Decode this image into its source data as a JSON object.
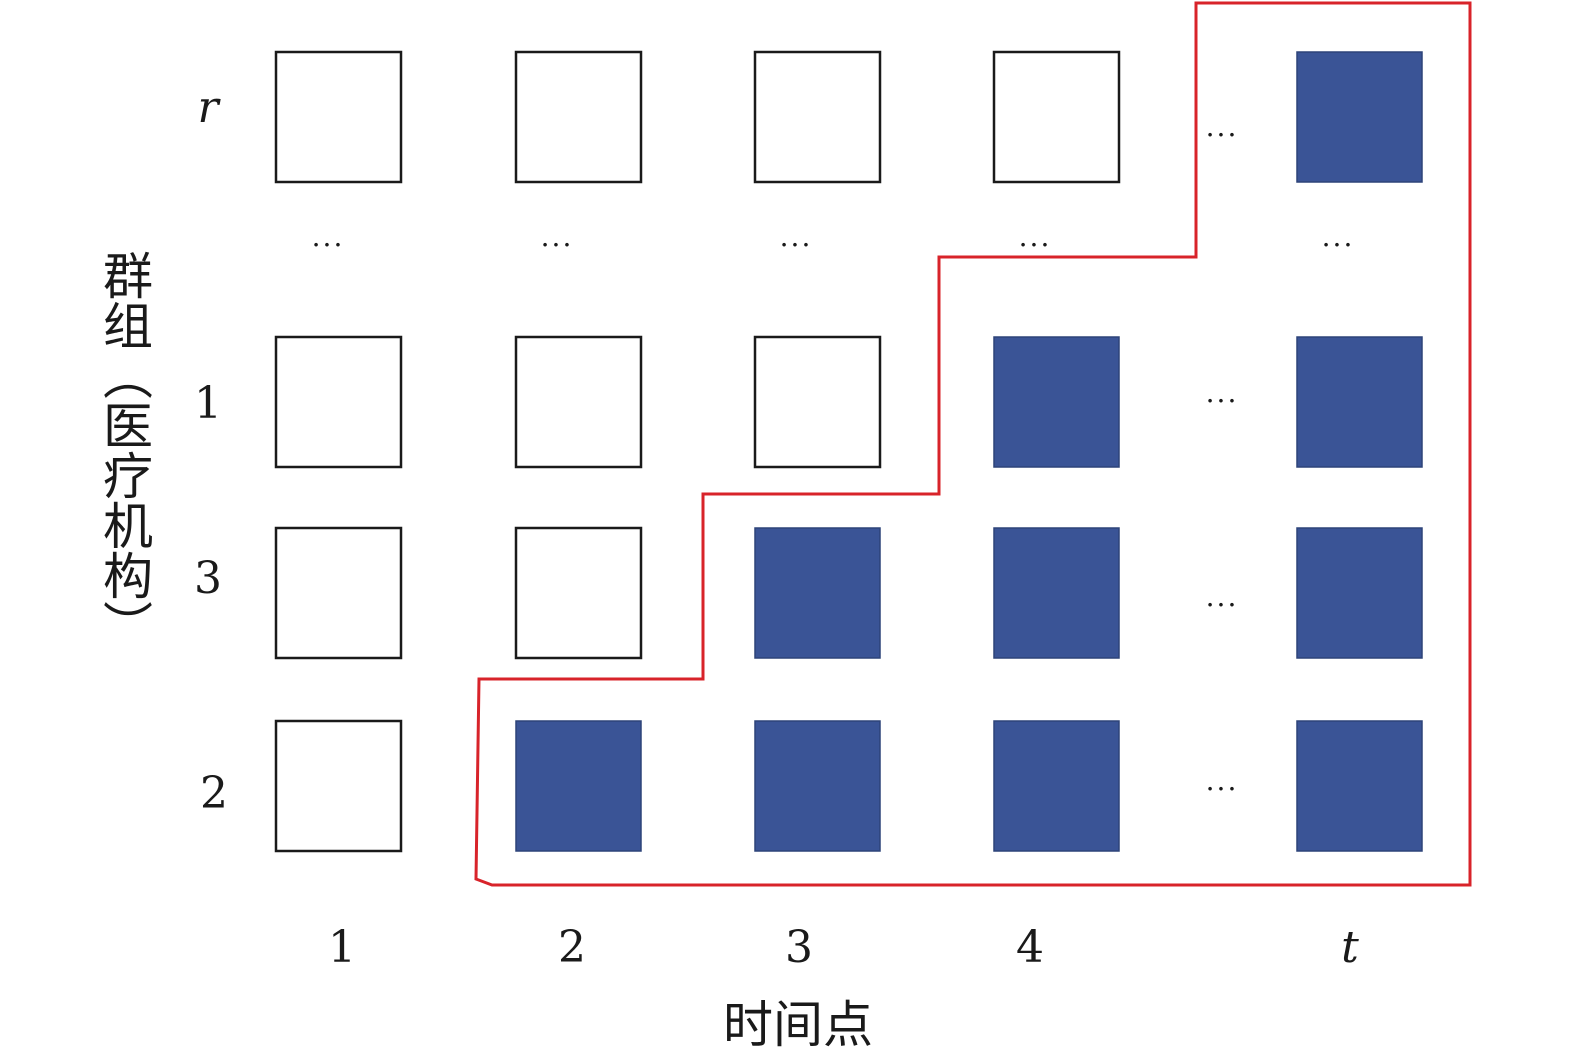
{
  "diagram": {
    "x_axis_title": "时间点",
    "y_axis_title": "群组（医疗机构）",
    "x_labels": [
      "1",
      "2",
      "3",
      "4",
      "t"
    ],
    "y_labels": [
      "r",
      "1",
      "3",
      "2"
    ],
    "ellipsis": "...",
    "rows": [
      {
        "group": "r",
        "cells": [
          "empty",
          "empty",
          "empty",
          "empty",
          "filled"
        ]
      },
      {
        "group": "1",
        "cells": [
          "empty",
          "empty",
          "empty",
          "filled",
          "filled"
        ]
      },
      {
        "group": "3",
        "cells": [
          "empty",
          "empty",
          "filled",
          "filled",
          "filled"
        ]
      },
      {
        "group": "2",
        "cells": [
          "empty",
          "filled",
          "filled",
          "filled",
          "filled"
        ]
      }
    ],
    "colors": {
      "filled": "#3a5496",
      "empty": "#ffffff",
      "border": "#1a1a1a",
      "boundary": "#d8232a"
    }
  }
}
